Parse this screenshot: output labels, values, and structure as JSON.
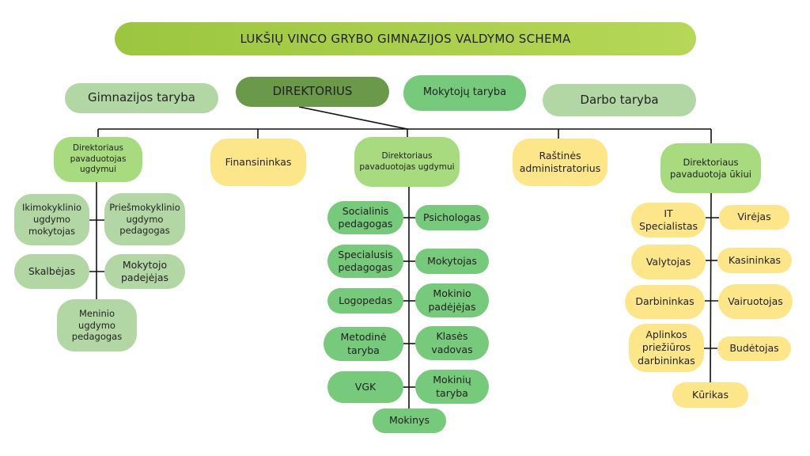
{
  "title": "LUKŠIŲ VINCO GRYBO GIMNAZIJOS VALDYMO SCHEMA",
  "top": {
    "gimnazijos_taryba": "Gimnazijos taryba",
    "direktorius": "DIREKTORIUS",
    "mokytoju_taryba": "Mokytojų taryba",
    "darbo_taryba": "Darbo taryba"
  },
  "level2": {
    "pav_ugdymui_left": "Direktoriaus pavaduotojas ugdymui",
    "finansininkas": "Finansininkas",
    "pav_ugdymui_center": "Direktoriaus pavaduotojas ugdymui",
    "rastines": "Raštinės administratorius",
    "pav_ukiui": "Direktoriaus pavaduotoja ūkiui"
  },
  "left": [
    "Ikimokyklinio ugdymo mokytojas",
    "Priešmokyklinio ugdymo pedagogas",
    "Skalbėjas",
    "Mokytojo padejėjas",
    "Meninio ugdymo pedagogas"
  ],
  "center": [
    "Socialinis pedagogas",
    "Psichologas",
    "Specialusis pedagogas",
    "Mokytojas",
    "Logopedas",
    "Mokinio padėjėjas",
    "Metodinė taryba",
    "Klasės vadovas",
    "VGK",
    "Mokinių taryba",
    "Mokinys"
  ],
  "right": [
    "IT Specialistas",
    "Virėjas",
    "Valytojas",
    "Kasininkas",
    "Darbininkas",
    "Vairuotojas",
    "Aplinkos priežiūros darbininkas",
    "Budėtojas",
    "Kūrikas"
  ],
  "colors": {
    "title": "#9cc63f",
    "director": "#6a994a",
    "light_green": "#b3d6a5",
    "mid_green": "#a8db7f",
    "green": "#77c97c",
    "yellow": "#fde68a"
  }
}
